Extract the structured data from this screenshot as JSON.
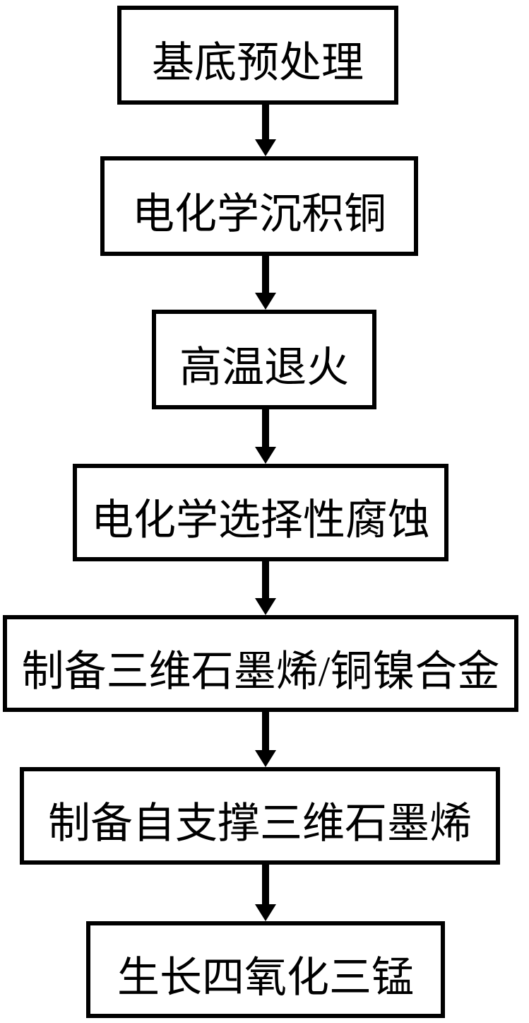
{
  "colors": {
    "background": "#ffffff",
    "box_border": "#000000",
    "text": "#000000",
    "arrow": "#000000"
  },
  "flowchart": {
    "direction": "top-down",
    "connector": "arrow-down",
    "steps": [
      {
        "label": "基底预处理"
      },
      {
        "label": "电化学沉积铜"
      },
      {
        "label": "高温退火"
      },
      {
        "label": "电化学选择性腐蚀"
      },
      {
        "label": "制备三维石墨烯/铜镍合金"
      },
      {
        "label": "制备自支撑三维石墨烯"
      },
      {
        "label": "生长四氧化三锰"
      }
    ]
  }
}
